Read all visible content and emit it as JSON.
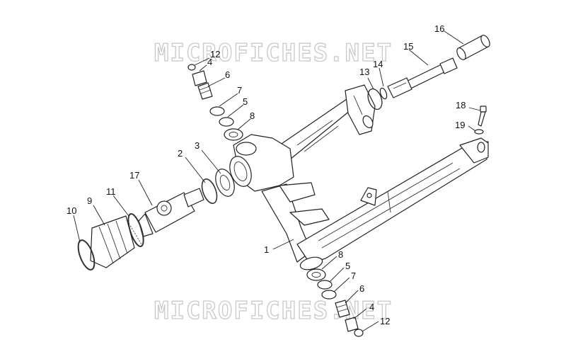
{
  "watermark": {
    "text": "MICROFICHES.NET"
  },
  "callouts": [
    {
      "id": "c16",
      "label": "16"
    },
    {
      "id": "c15",
      "label": "15"
    },
    {
      "id": "c14",
      "label": "14"
    },
    {
      "id": "c13",
      "label": "13"
    },
    {
      "id": "c12-top",
      "label": "12"
    },
    {
      "id": "c4-top",
      "label": "4"
    },
    {
      "id": "c6-top",
      "label": "6"
    },
    {
      "id": "c7-top",
      "label": "7"
    },
    {
      "id": "c5-top",
      "label": "5"
    },
    {
      "id": "c8-top",
      "label": "8"
    },
    {
      "id": "c18",
      "label": "18"
    },
    {
      "id": "c19",
      "label": "19"
    },
    {
      "id": "c2",
      "label": "2"
    },
    {
      "id": "c3",
      "label": "3"
    },
    {
      "id": "c17",
      "label": "17"
    },
    {
      "id": "c11",
      "label": "11"
    },
    {
      "id": "c9",
      "label": "9"
    },
    {
      "id": "c10",
      "label": "10"
    },
    {
      "id": "c1",
      "label": "1"
    },
    {
      "id": "c8-bot",
      "label": "8"
    },
    {
      "id": "c5-bot",
      "label": "5"
    },
    {
      "id": "c7-bot",
      "label": "7"
    },
    {
      "id": "c6-bot",
      "label": "6"
    },
    {
      "id": "c4-bot",
      "label": "4"
    },
    {
      "id": "c12-bot",
      "label": "12"
    }
  ]
}
